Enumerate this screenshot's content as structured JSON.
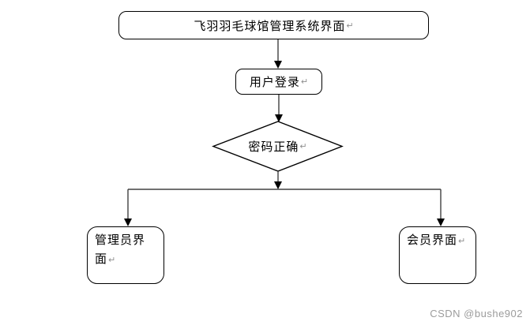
{
  "page": {
    "background_color": "#ffffff"
  },
  "diagram": {
    "kind": "flowchart",
    "paragraph_mark": "↵",
    "nodes": {
      "title": {
        "label": "飞羽羽毛球馆管理系统界面",
        "shape": "rounded-rectangle"
      },
      "login": {
        "label": "用户登录",
        "shape": "rounded-rectangle"
      },
      "decision": {
        "label": "密码正确",
        "shape": "diamond"
      },
      "admin": {
        "label": "管理员界面",
        "shape": "rounded-rectangle"
      },
      "member": {
        "label": "会员界面",
        "shape": "rounded-rectangle"
      }
    },
    "edges": [
      {
        "from": "title",
        "to": "login"
      },
      {
        "from": "login",
        "to": "decision"
      },
      {
        "from": "decision",
        "to": "admin"
      },
      {
        "from": "decision",
        "to": "member"
      }
    ],
    "colors": {
      "node_border": "#000000",
      "node_fill": "#ffffff",
      "connector": "#404040",
      "arrowhead": "#000000",
      "text": "#000000",
      "paragraph_mark": "#8f8f8f"
    }
  },
  "watermark": {
    "text": "CSDN @bushe902",
    "color": "#9c9c9c"
  }
}
